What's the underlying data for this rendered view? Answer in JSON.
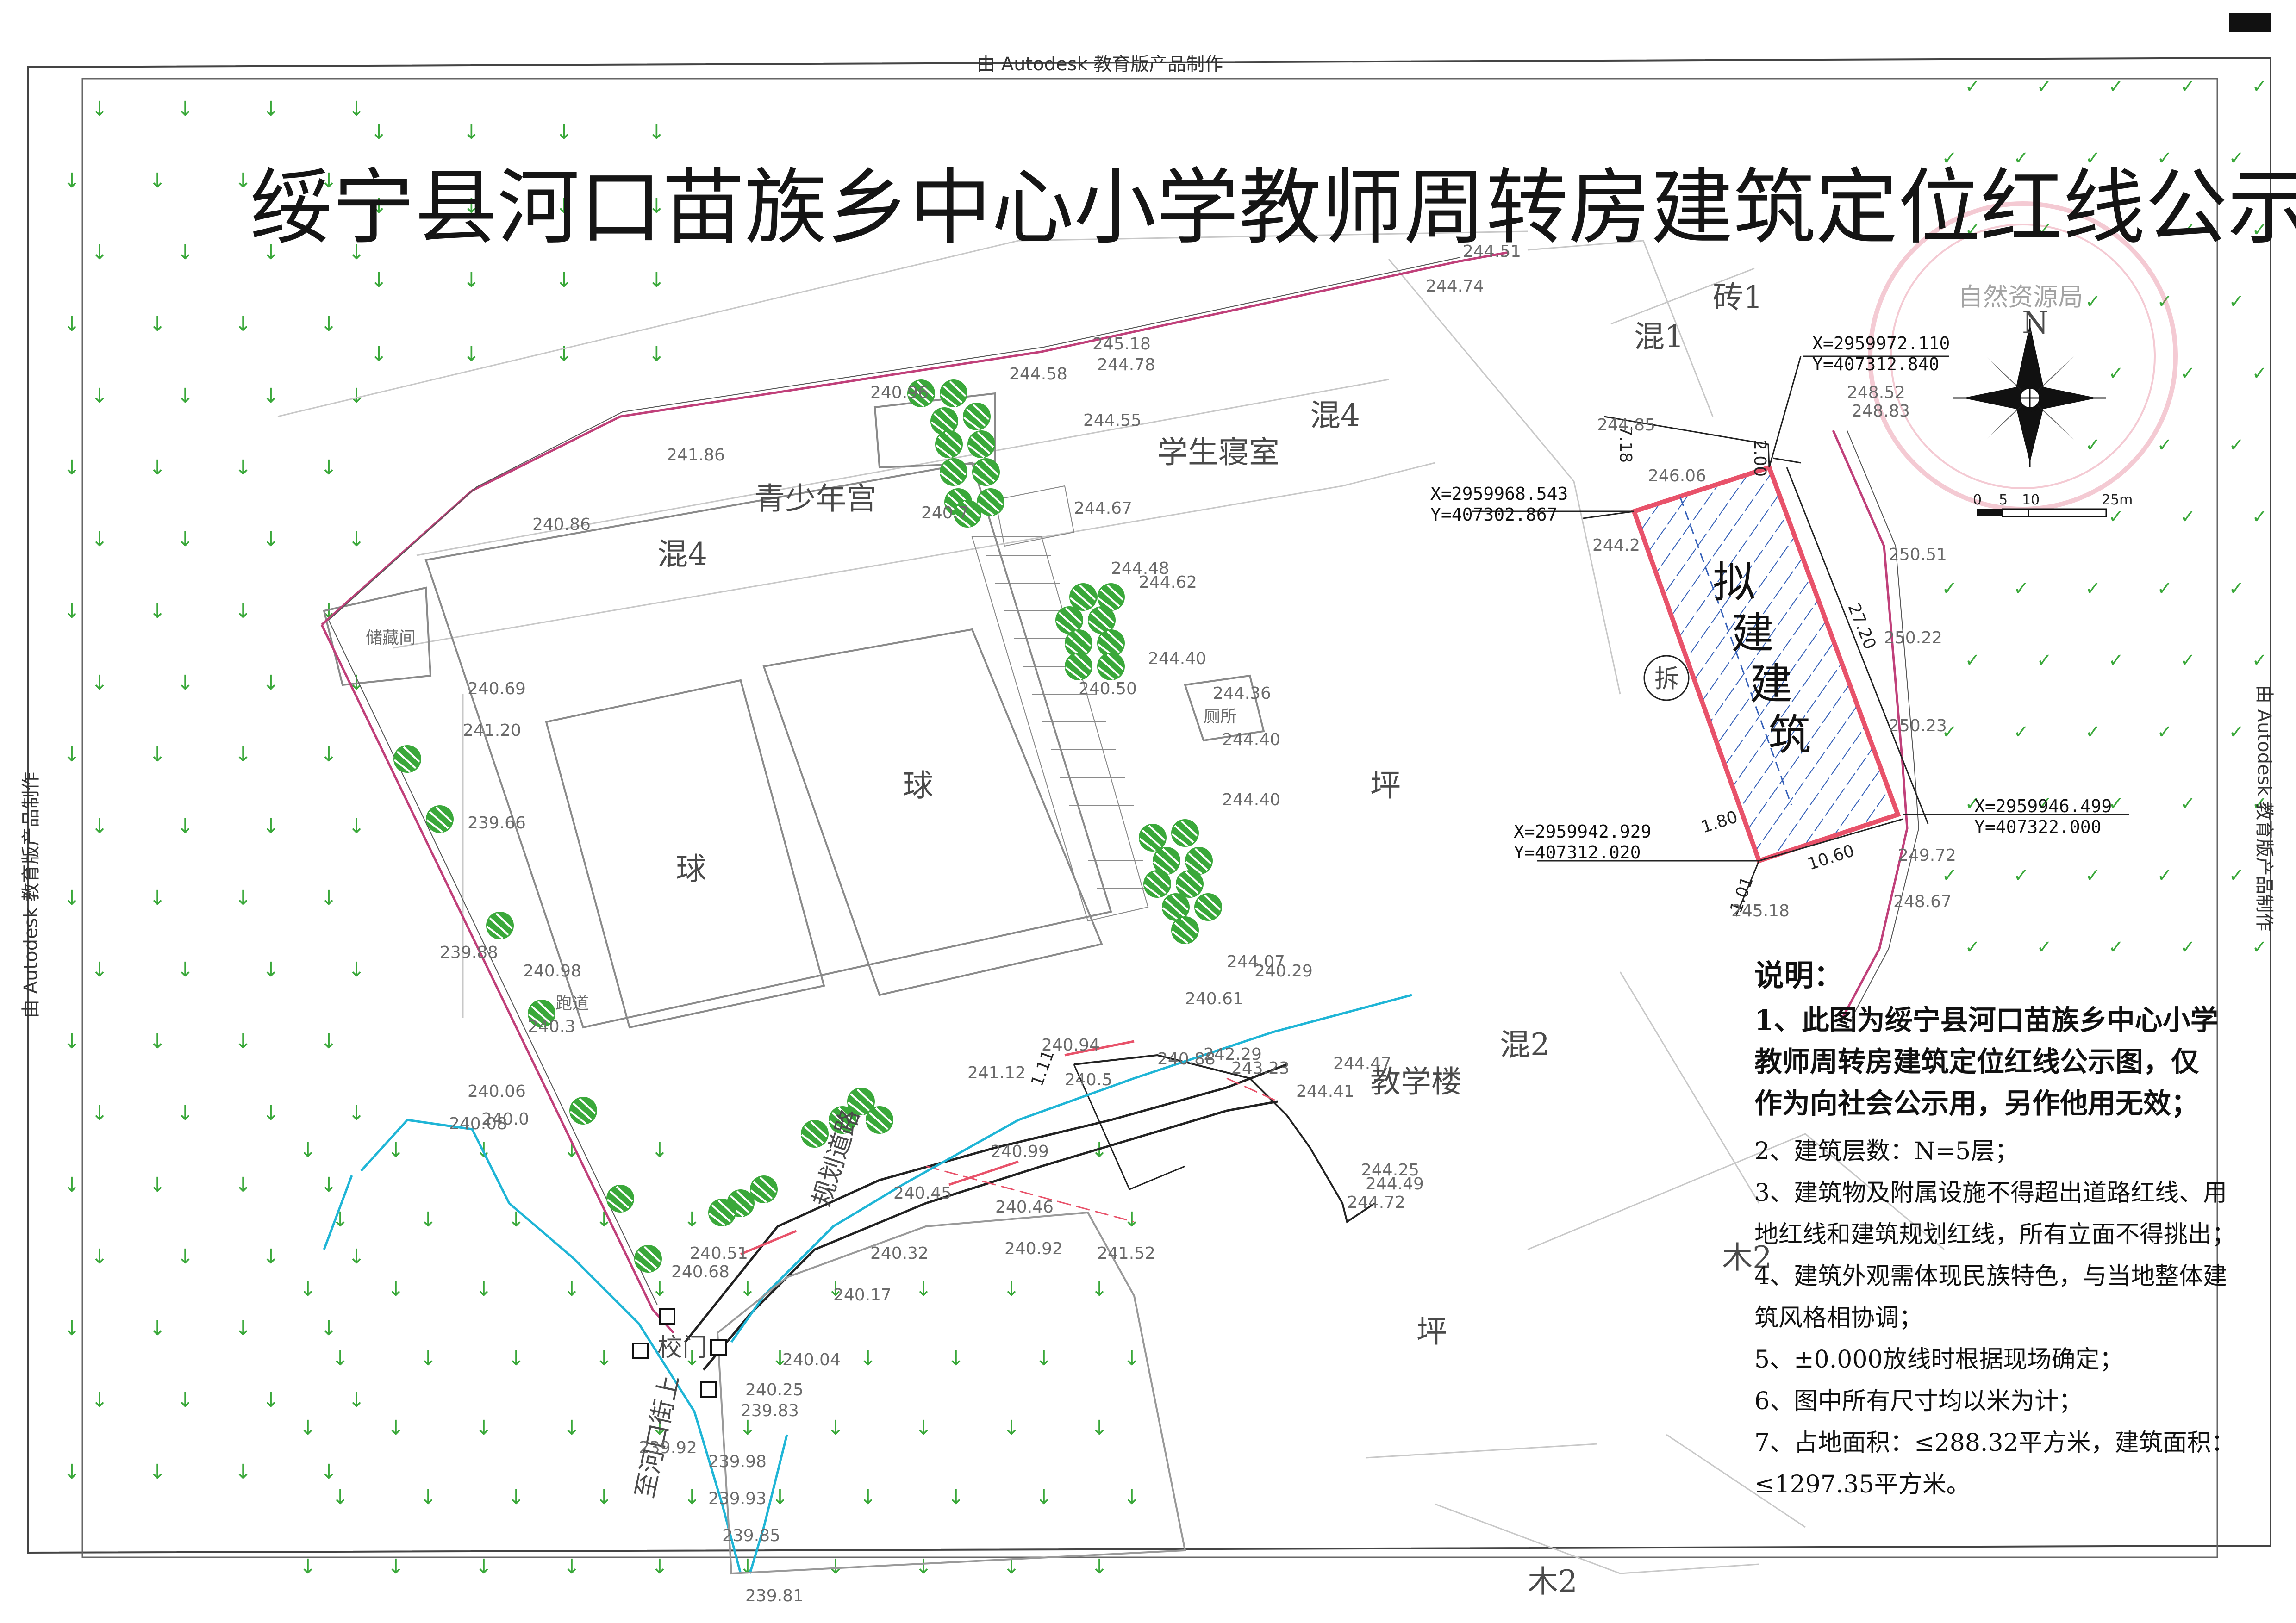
{
  "title": "绥宁县河口苗族乡中心小学教师周转房建筑定位红线公示图",
  "watermark": "由 Autodesk 教育版产品制作",
  "stamp_text": "自然资源局",
  "north_label": "N",
  "scale_labels": [
    "0",
    "5",
    "10",
    "25m"
  ],
  "building_labels": {
    "proposed": [
      "拟",
      "建",
      "建",
      "筑"
    ],
    "demolish": "拆",
    "youth_palace": "青少年宫",
    "dorm": "学生寝室",
    "teaching": "教学楼",
    "hun4_a": "混4",
    "hun4_b": "混4",
    "hun1": "混1",
    "zhuan1": "砖1",
    "hun2": "混2",
    "mu2_a": "木2",
    "mu2_b": "木2",
    "ping_a": "坪",
    "ping_b": "坪",
    "qiu_a": "球",
    "qiu_b": "球",
    "gate": "校门",
    "road": "规划道路",
    "to_hekou": "至河口街上",
    "pao": "跑道",
    "store": "储藏间",
    "toilet": "厕所"
  },
  "coordinates": {
    "ne": {
      "x": "X=2959972.110",
      "y": "Y=407312.840"
    },
    "nw": {
      "x": "X=2959968.543",
      "y": "Y=407302.867"
    },
    "sw": {
      "x": "X=2959942.929",
      "y": "Y=407312.020"
    },
    "se": {
      "x": "X=2959946.499",
      "y": "Y=407322.000"
    }
  },
  "dimensions": {
    "d1": "2.00",
    "d2": "7.18",
    "d3": "27.20",
    "d4": "1.80",
    "d5": "10.60",
    "d6": "1.01",
    "d7": "1.11"
  },
  "elevations": [
    "244.51",
    "244.74",
    "245.18",
    "244.58",
    "244.78",
    "240.96",
    "244.55",
    "241.86",
    "240.86",
    "240.7",
    "244.67",
    "244.48",
    "244.62",
    "240.69",
    "244.40",
    "244.36",
    "240.50",
    "244.40",
    "244.40",
    "241.20",
    "244.85",
    "246.06",
    "244.2",
    "248.52",
    "248.83",
    "250.51",
    "250.22",
    "250.23",
    "249.72",
    "248.67",
    "245.18",
    "244.07",
    "240.29",
    "240.61",
    "240.94",
    "240.88",
    "241.12",
    "240.5",
    "240.99",
    "240.45",
    "240.46",
    "240.32",
    "240.92",
    "241.52",
    "240.17",
    "240.04",
    "240.51",
    "240.68",
    "240.06",
    "240.08",
    "240.0",
    "240.25",
    "239.83",
    "239.88",
    "240.98",
    "240.3",
    "239.92",
    "239.98",
    "239.93",
    "239.85",
    "239.81",
    "244.47",
    "244.41",
    "244.25",
    "244.72",
    "244.49",
    "239.66",
    "243.23",
    "242.29"
  ],
  "notes": {
    "heading": "说明：",
    "items": [
      "1、此图为绥宁县河口苗族乡中心小学",
      "教师周转房建筑定位红线公示图，仅",
      "作为向社会公示用，另作他用无效；",
      "2、建筑层数：N=5层；",
      "3、建筑物及附属设施不得超出道路红线、用",
      "地红线和建筑规划红线，所有立面不得挑出；",
      "4、建筑外观需体现民族特色，与当地整体建",
      "筑风格相协调；",
      "5、±0.000放线时根据现场确定；",
      "6、图中所有尺寸均以米为计；",
      "7、占地面积：≤288.32平方米，建筑面积：",
      "≤1297.35平方米。"
    ]
  },
  "colors": {
    "redline": "#e8526a",
    "river": "#1fb5d6",
    "tree": "#3aa83a",
    "hatch": "#3560b8",
    "boundary": "#c0407a"
  }
}
